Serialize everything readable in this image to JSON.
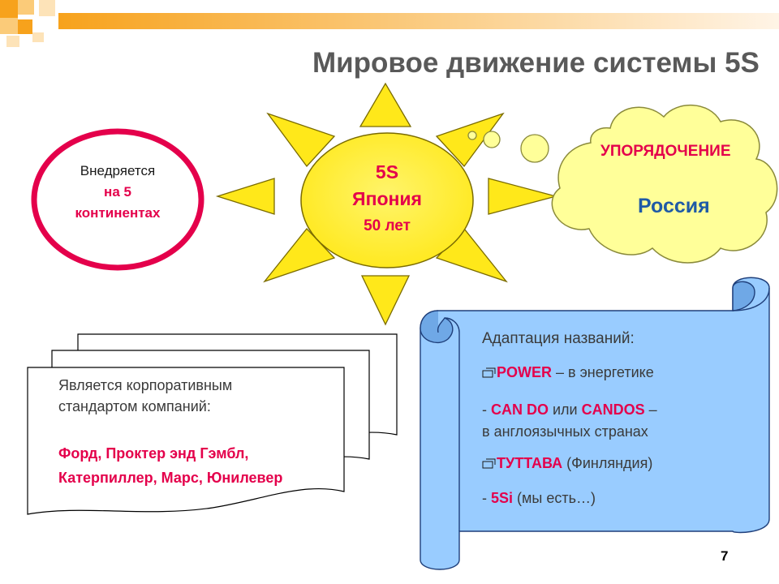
{
  "slide": {
    "title": "Мировое движение системы 5S",
    "page_number": "7"
  },
  "circle_note": {
    "line1": "Внедряется",
    "line2": "на 5",
    "line3": "континентах"
  },
  "sun": {
    "line1": "5S",
    "line2": "Япония",
    "line3": "50 лет"
  },
  "cloud": {
    "heading": "УПОРЯДОЧЕНИЕ",
    "country": "Россия"
  },
  "documents": {
    "line1": "Является корпоративным",
    "line2": "стандартом компаний:",
    "companies1": "Форд, Проктер энд Гэмбл,",
    "companies2": "Катерпиллер, Марс, Юнилевер"
  },
  "scroll": {
    "heading": "Адаптация названий:",
    "item1_name": "POWER",
    "item1_desc": " – в энергетике",
    "item2_prefix": "- ",
    "item2_name1": "CAN DO",
    "item2_or": " или ",
    "item2_name2": "CANDOS",
    "item2_dash": " –",
    "item2_desc": "в англоязычных странах",
    "item3_name": "ТУТТАВА",
    "item3_desc": " (Финляндия)",
    "item4_prefix": "- ",
    "item4_name": "5Si",
    "item4_desc": " (мы есть…)"
  },
  "colors": {
    "accent_red": "#e4004b",
    "sun_fill": "#ffee2e",
    "cloud_fill": "#ffff99",
    "scroll_fill": "#99ccff",
    "title_grey": "#595959",
    "country_blue": "#1f5aa6"
  }
}
